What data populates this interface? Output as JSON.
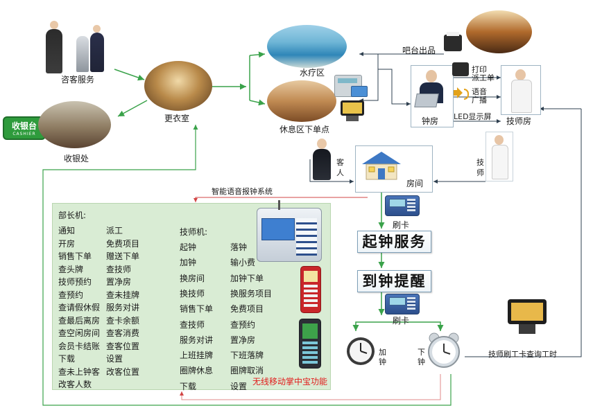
{
  "nodes": {
    "guest_service": "咨客服务",
    "changing_room": "更衣室",
    "cashier": "收银处",
    "cashier_badge": "收银台",
    "cashier_badge_sub": "CASHIER",
    "spa": "水疗区",
    "rest_area": "休息区下单点",
    "bar_output": "吧台出品",
    "print_order": [
      "打印",
      "派工单"
    ],
    "voice_broadcast": [
      "语音",
      "广播"
    ],
    "led_display": "LED显示屏",
    "clock_room": "钟房",
    "technician_room": "技师房",
    "guest_vertical": [
      "客",
      "人"
    ],
    "technician_vertical": [
      "技",
      "师"
    ],
    "room": "房间",
    "smart_voice_system": "智能语音报钟系统",
    "swipe_card_1": "刷卡",
    "swipe_card_2": "刷卡",
    "start_service": "起钟服务",
    "end_reminder": "到钟提醒",
    "add_clock": [
      "加",
      "钟"
    ],
    "end_clock": [
      "下",
      "钟"
    ],
    "tech_card_query": "技师刷工卡查询工时"
  },
  "panel": {
    "manager_title": "部长机:",
    "manager_col1": [
      "通知",
      "开房",
      "销售下单",
      "查头牌",
      "技师预约",
      "查预约",
      "查请假休假",
      "查最后离房",
      "查空闲房间",
      "会员卡结账",
      "下载",
      "查未上钟客",
      "改客人数"
    ],
    "manager_col2": [
      "派工",
      "免费项目",
      "赠送下单",
      "查技师",
      "置净房",
      "查未挂牌",
      "服务对讲",
      "查卡余额",
      "查客消费",
      "查客位置",
      "设置",
      "改客位置"
    ],
    "tech_title": "技师机:",
    "tech_col1": [
      "起钟",
      "加钟",
      "换房间",
      "换技师",
      "销售下单",
      "查技师",
      "服务对讲",
      "上班挂牌",
      "圈牌休息",
      "下载"
    ],
    "tech_col2": [
      "落钟",
      "输小费",
      "加钟下单",
      "换服务项目",
      "免费项目",
      "查预约",
      "置净房",
      "下班落牌",
      "圈牌取消",
      "设置"
    ],
    "wireless_note": "无线移动掌中宝功能"
  },
  "colors": {
    "arrow_green": "#3aa24a",
    "arrow_dark": "#2e3f4f",
    "feedback_red": "#e08a8a",
    "panel_bg": "#d9ecd4",
    "note_red": "#e11b1b"
  }
}
